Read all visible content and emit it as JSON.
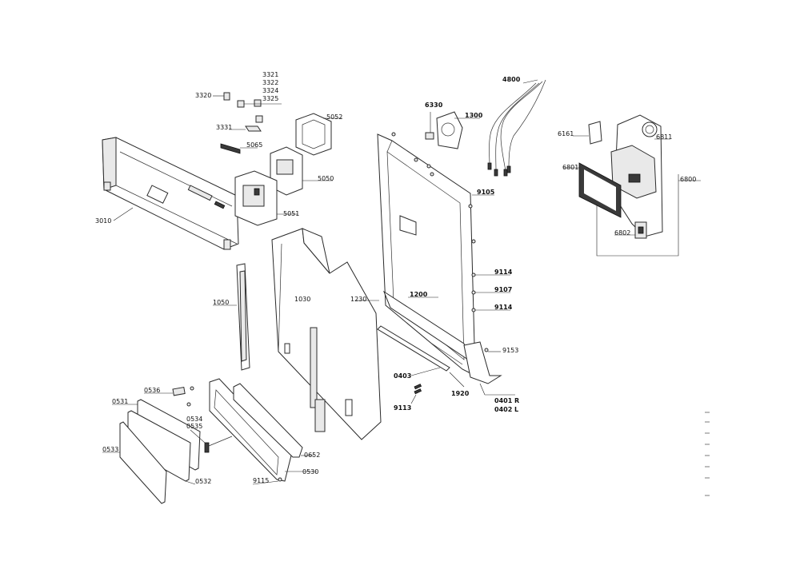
{
  "labels": {
    "p3321": "3321",
    "p3322": "3322",
    "p3324": "3324",
    "p3325": "3325",
    "p3320": "3320",
    "p3331": "3331",
    "p5065": "5065",
    "p5052": "5052",
    "p5050": "5050",
    "p5051": "5051",
    "p3010": "3010",
    "p1050": "1050",
    "p1030": "1030",
    "p1230": "1230",
    "p6330": "6330",
    "p1300": "1300",
    "p4800": "4800",
    "p9105": "9105",
    "p1200": "1200",
    "p9114a": "9114",
    "p9107": "9107",
    "p9114b": "9114",
    "p9153": "9153",
    "p0403": "0403",
    "p1920": "1920",
    "p0401": "0401 R",
    "p0402": "0402 L",
    "p9113": "9113",
    "p6161": "6161",
    "p6811": "6811",
    "p6801": "6801",
    "p6800": "6800",
    "p6802": "6802",
    "p0536": "0536",
    "p0531": "0531",
    "p0534": "0534",
    "p0535": "0535",
    "p0533": "0533",
    "p0532": "0532",
    "p0652": "0652",
    "p0530": "0530",
    "p9115": "9115"
  }
}
